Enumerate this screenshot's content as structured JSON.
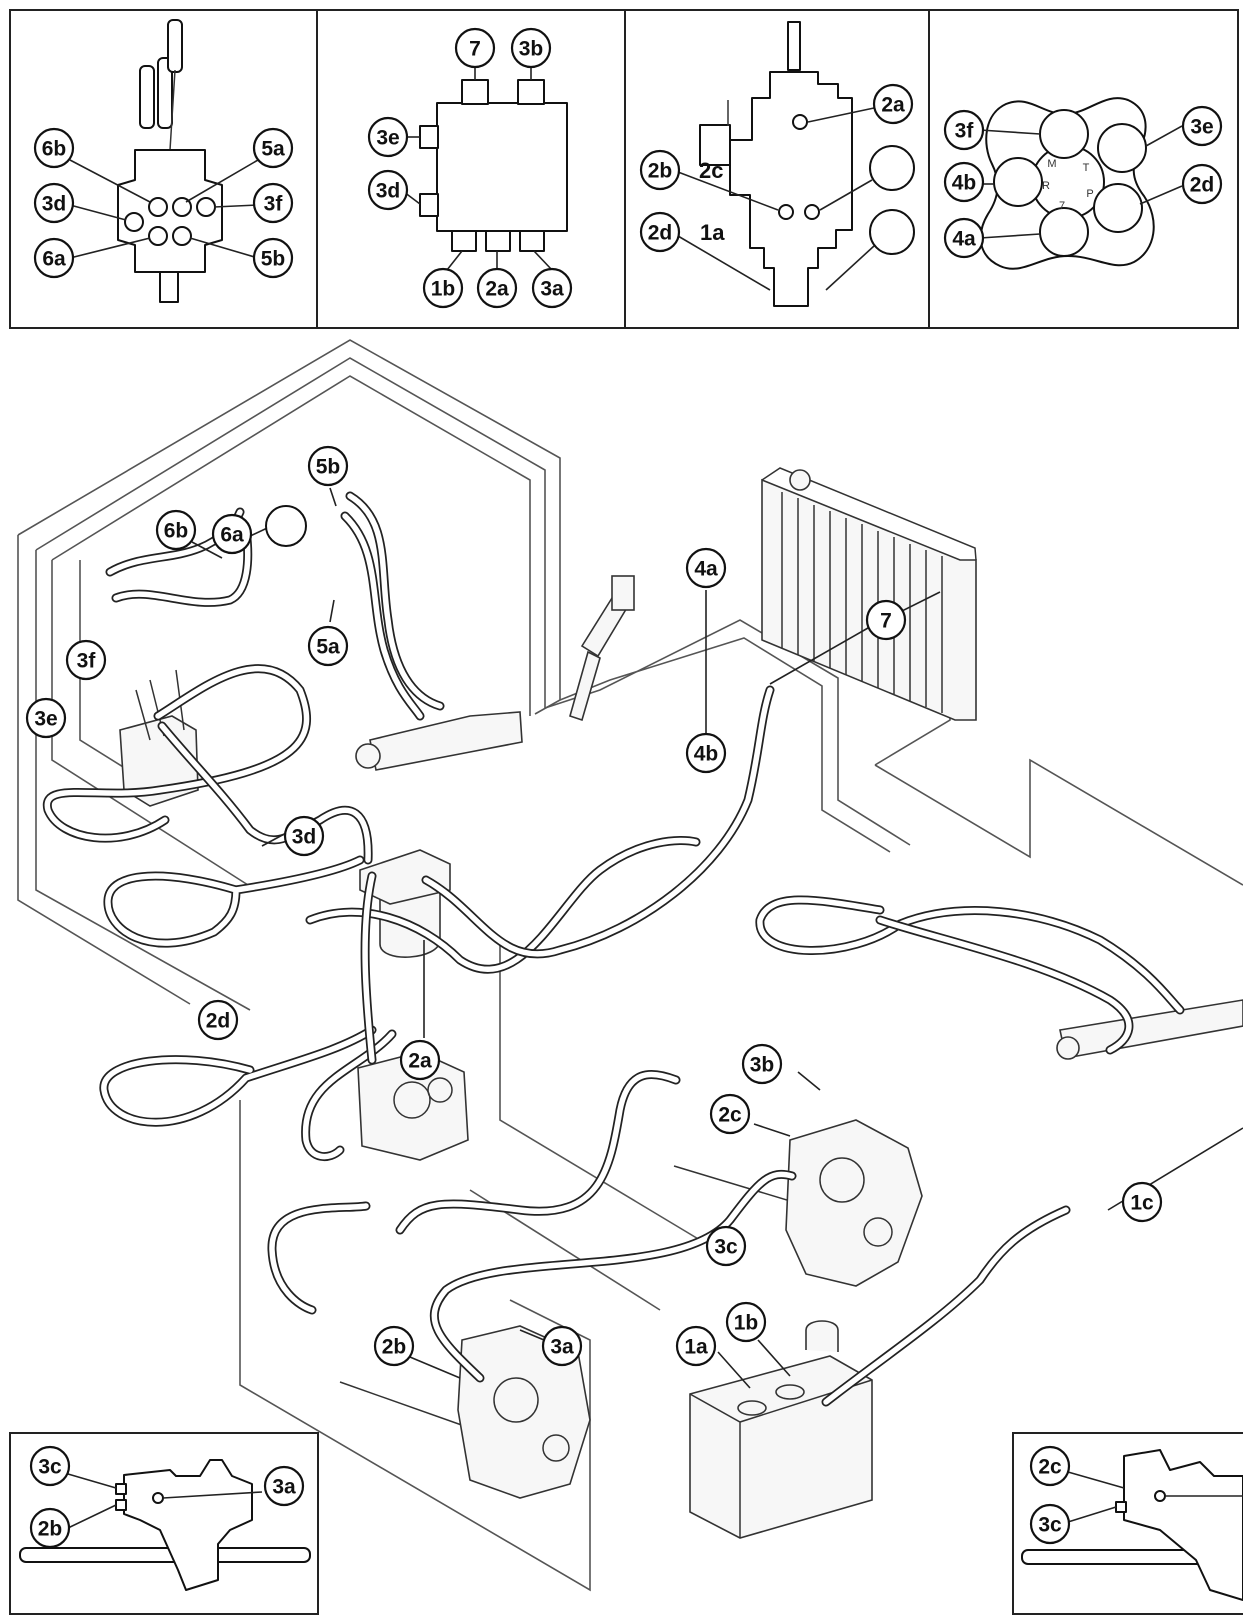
{
  "callouts": {
    "p1_6b": "6b",
    "p1_5a": "5a",
    "p1_3d": "3d",
    "p1_3f": "3f",
    "p1_6a": "6a",
    "p1_5b": "5b",
    "p2_7": "7",
    "p2_3b": "3b",
    "p2_3e": "3e",
    "p2_3d": "3d",
    "p2_1b": "1b",
    "p2_2a": "2a",
    "p2_3a": "3a",
    "p3_2a": "2a",
    "p3_2b": "2b",
    "p3_2d": "2d",
    "p4_3f": "3f",
    "p4_3e": "3e",
    "p4_4b": "4b",
    "p4_2d": "2d",
    "p4_4a": "4a",
    "m_5b": "5b",
    "m_6b": "6b",
    "m_6a": "6a",
    "m_5a": "5a",
    "m_3f": "3f",
    "m_3e": "3e",
    "m_4a": "4a",
    "m_7": "7",
    "m_4b": "4b",
    "m_3d": "3d",
    "m_2d": "2d",
    "m_2a": "2a",
    "m_3b": "3b",
    "m_2c": "2c",
    "m_3c": "3c",
    "m_1c": "1c",
    "m_1b": "1b",
    "m_2b": "2b",
    "m_3a": "3a",
    "m_1a": "1a",
    "b1_3c": "3c",
    "b1_3a": "3a",
    "b1_2b": "2b",
    "b2_2c": "2c",
    "b2_3c": "3c"
  },
  "plain_labels": {
    "p3_2c": "2c",
    "p3_1a": "1a"
  },
  "selector_letters": [
    "M",
    "T",
    "R",
    "P",
    "7"
  ]
}
